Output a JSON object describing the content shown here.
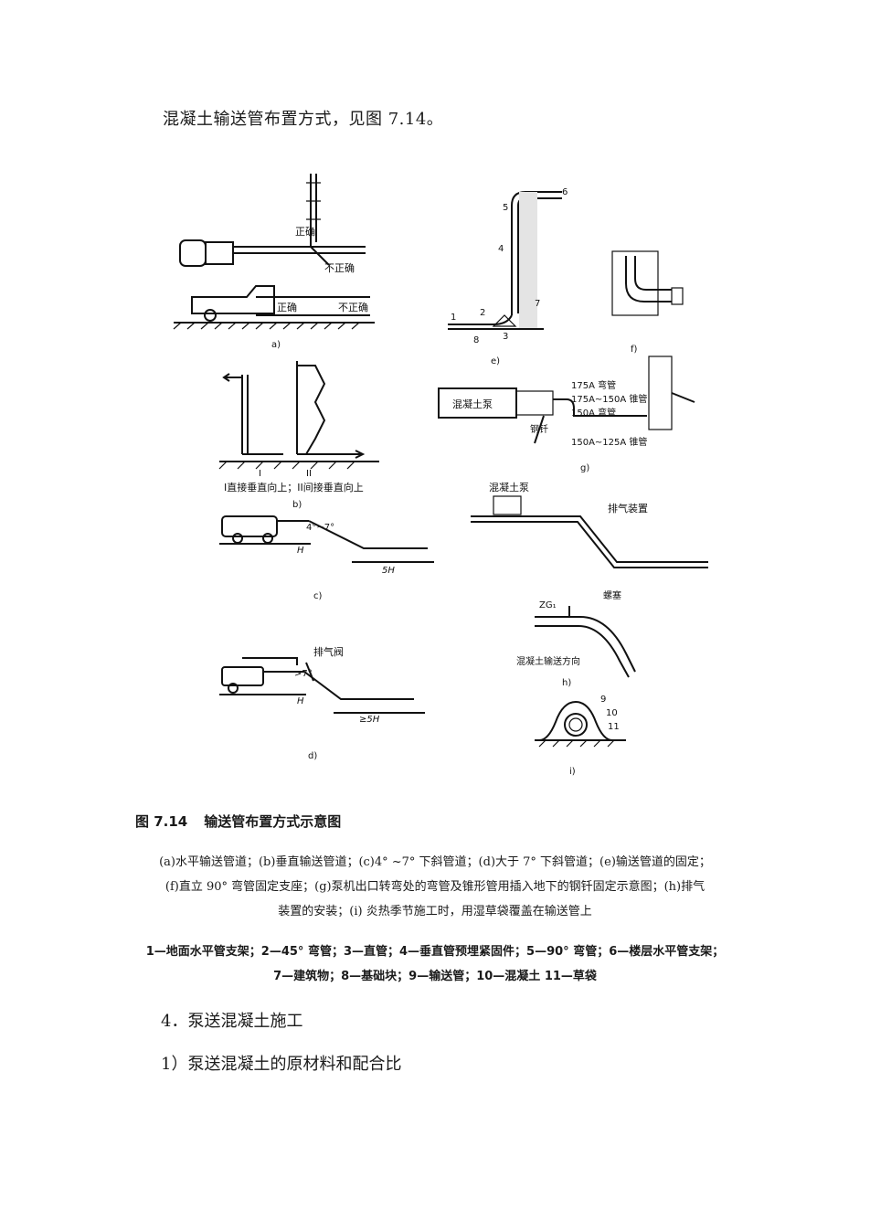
{
  "intro_text": "混凝土输送管布置方式，见图 7.14。",
  "figure": {
    "labels": {
      "a_correct1": "正确",
      "a_wrong1": "不正确",
      "a_correct2": "正确",
      "a_wrong2": "不正确",
      "a": "a)",
      "b_roman1": "I",
      "b_roman2": "II",
      "b_note": "I直接垂直向上；II间接垂直向上",
      "b": "b)",
      "c_angle": "4°~7°",
      "c_h": "H",
      "c_5h": "5H",
      "c": "c)",
      "d_valve": "排气阀",
      "d_angle": ">7°",
      "d_h": "H",
      "d_5h": "≥5H",
      "d": "d)",
      "e_n1": "1",
      "e_n2": "2",
      "e_n3": "3",
      "e_n4": "4",
      "e_n5": "5",
      "e_n6": "6",
      "e_n7": "7",
      "e_n8": "8",
      "e": "e)",
      "f": "f)",
      "g_pump": "混凝土泵",
      "g_175": "175A 弯管",
      "g_175150": "175A~150A 锥管",
      "g_150": "150A 弯管",
      "g_steel": "钢钎",
      "g_150125": "150A~125A 锥管",
      "g": "g)",
      "pump2": "混凝土泵",
      "exhaust": "排气装置",
      "h_zg": "ZG₁",
      "h_plug": "螺塞",
      "h_dir": "混凝土输送方向",
      "h": "h)",
      "i_n9": "9",
      "i_n10": "10",
      "i_n11": "11",
      "i": "i)"
    }
  },
  "caption": {
    "number": "图 7.14",
    "title": "输送管布置方式示意图"
  },
  "sub_caption": {
    "line1": "(a)水平输送管道；(b)垂直输送管道；(c)4° ~7° 下斜管道；(d)大于 7° 下斜管道；(e)输送管道的固定；",
    "line2": "(f)直立 90° 弯管固定支座；(g)泵机出口转弯处的弯管及锥形管用插入地下的钢钎固定示意图；(h)排气",
    "line3": "装置的安装；(i) 炎热季节施工时，用湿草袋覆盖在输送管上"
  },
  "legend": {
    "line1": "1—地面水平管支架；2—45° 弯管；3—直管；4—垂直管预埋紧固件；5—90° 弯管；6—楼层水平管支架；",
    "line2": "7—建筑物；8—基础块；9—输送管；10—混凝土 11—草袋"
  },
  "heading_4": "4．泵送混凝土施工",
  "heading_1": "1）泵送混凝土的原材料和配合比"
}
